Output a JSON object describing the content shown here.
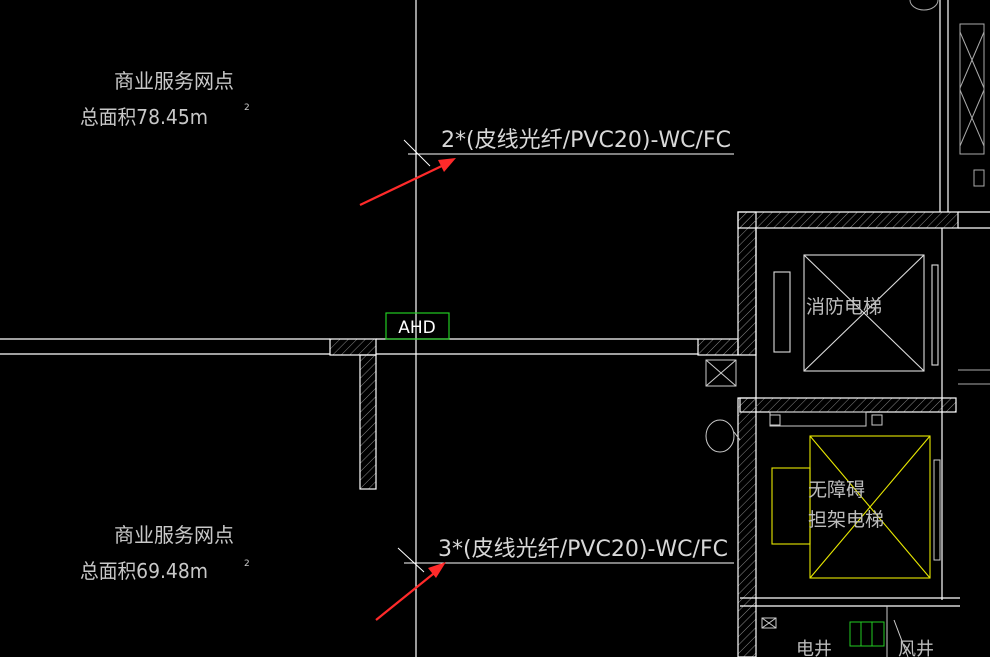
{
  "rooms": {
    "upper": {
      "name": "商业服务网点",
      "area": "总面积78.45m",
      "sup": "2"
    },
    "lower": {
      "name": "商业服务网点",
      "area": "总面积69.48m",
      "sup": "2"
    }
  },
  "annotations": {
    "cable_top": "2*(皮线光纤/PVC20)-WC/FC",
    "cable_bottom": "3*(皮线光纤/PVC20)-WC/FC"
  },
  "box_label": "AHD",
  "elevators": {
    "fire": "消防电梯",
    "accessible_line1": "无障碍",
    "accessible_line2": "担架电梯"
  },
  "shafts": {
    "electrical": "电井",
    "air": "风井"
  },
  "colors": {
    "background": "#000000",
    "line": "#ffffff",
    "text": "#c8c8c8",
    "arrow": "#ff2a2a",
    "box": "#22cc22",
    "stretcher_elevator": "#e8e800"
  }
}
